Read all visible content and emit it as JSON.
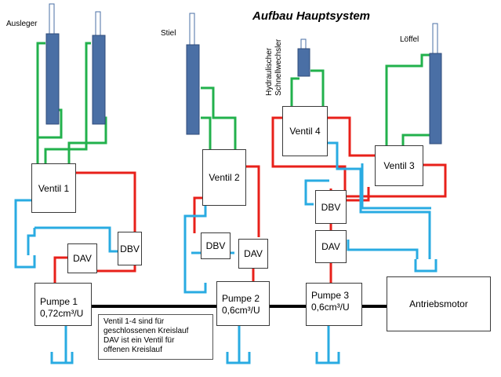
{
  "title": "Aufbau Hauptsystem",
  "cylinder_labels": {
    "ausleger": "Ausleger",
    "stiel": "Stiel",
    "loeffel": "Löffel",
    "schnellwechsler_line1": "Hydraulischer",
    "schnellwechsler_line2": "Schnellwechsler"
  },
  "valves": {
    "v1": "Ventil 1",
    "v2": "Ventil 2",
    "v3": "Ventil 3",
    "v4": "Ventil 4"
  },
  "dbv": {
    "a": "DBV",
    "b": "DBV",
    "c": "DBV"
  },
  "dav": {
    "a": "DAV",
    "b": "DAV",
    "c": "DAV"
  },
  "pumps": {
    "p1_name": "Pumpe  1",
    "p1_flow": "0,72cm³/U",
    "p2_name": "Pumpe 2",
    "p2_flow": "0,6cm³/U",
    "p3_name": "Pumpe 3",
    "p3_flow": "0,6cm³/U"
  },
  "motor": "Antriebsmotor",
  "note": {
    "line1": "Ventil 1-4 sind für",
    "line2": "geschlossenen Kreislauf",
    "line3": "DAV ist ein Ventil für",
    "line4": "offenen Kreislauf"
  },
  "colors": {
    "cylinder": "#4a6fa5",
    "green_line": "#22b14c",
    "red_line": "#e8201a",
    "blue_line": "#29abe2",
    "shaft": "#000000"
  }
}
